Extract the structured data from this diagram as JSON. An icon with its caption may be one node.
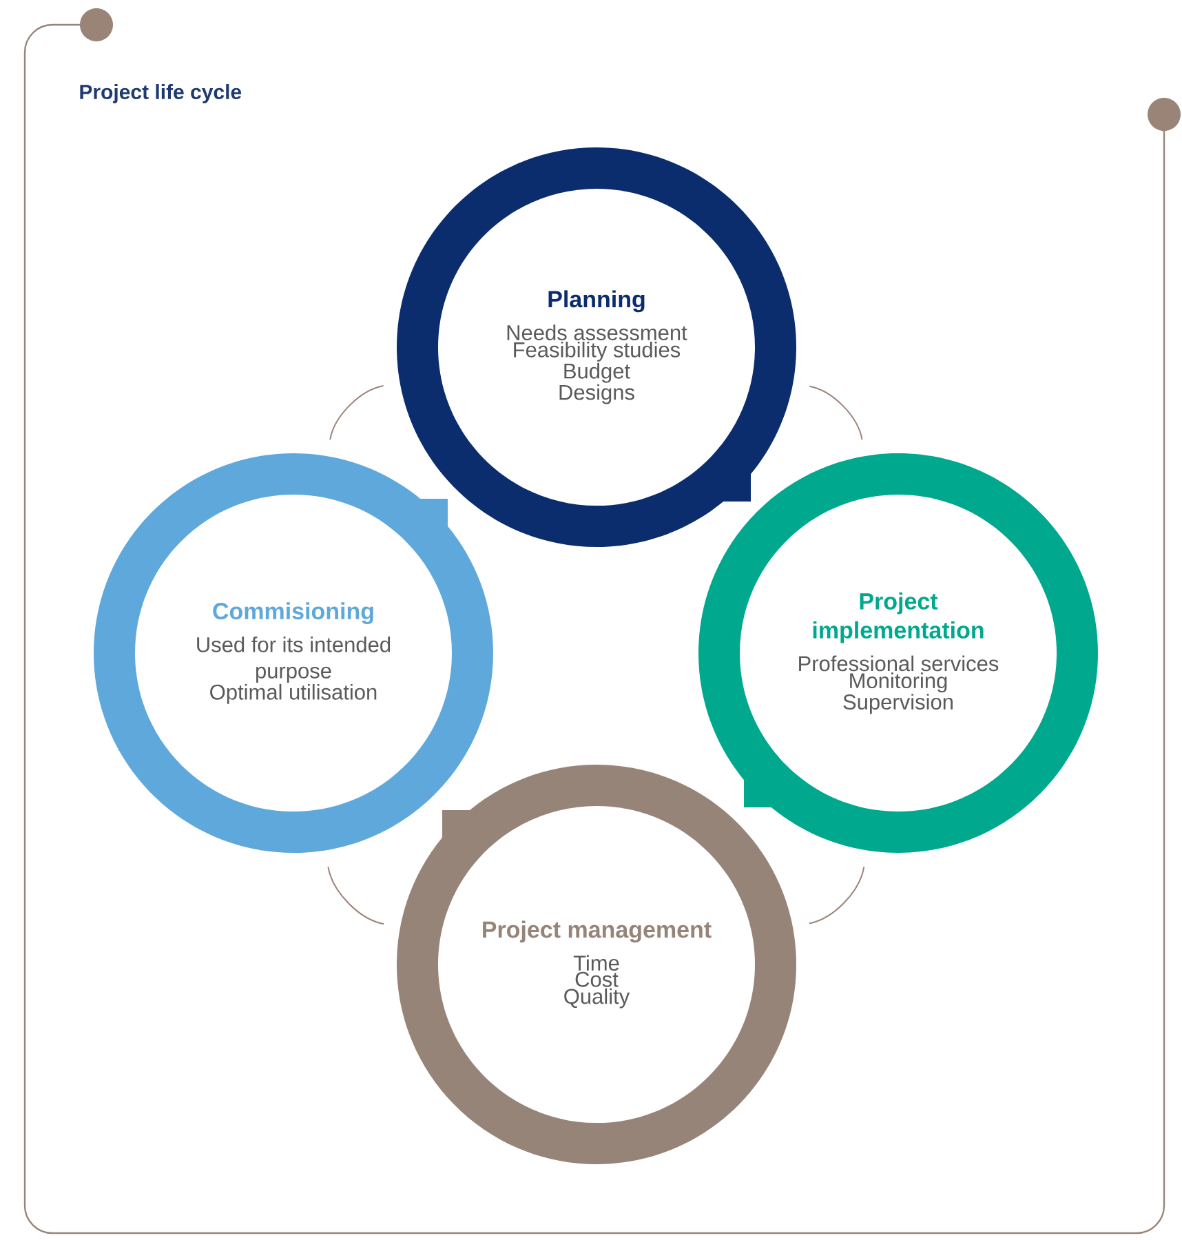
{
  "diagram": {
    "title": "Project life cycle",
    "nodes": [
      {
        "text": [
          "Planning",
          "Needs assessment",
          "Feasibility studies",
          "Budget",
          "Designs"
        ]
      },
      {
        "text": [
          "Project implementation",
          "Professional services",
          "Monitoring",
          "Supervision"
        ]
      },
      {
        "text": [
          "Project management",
          "Time",
          "Cost",
          "Quality"
        ]
      },
      {
        "text": [
          "Commisioning",
          "Used for its intended purpose",
          "Optimal utilisation"
        ]
      }
    ],
    "edges": [
      {
        "from": 0,
        "to": 1,
        "arrow": "none"
      },
      {
        "from": 1,
        "to": 2,
        "arrow": "none"
      },
      {
        "from": 2,
        "to": 3,
        "arrow": "none"
      },
      {
        "from": 3,
        "to": 0,
        "arrow": "none"
      }
    ]
  }
}
